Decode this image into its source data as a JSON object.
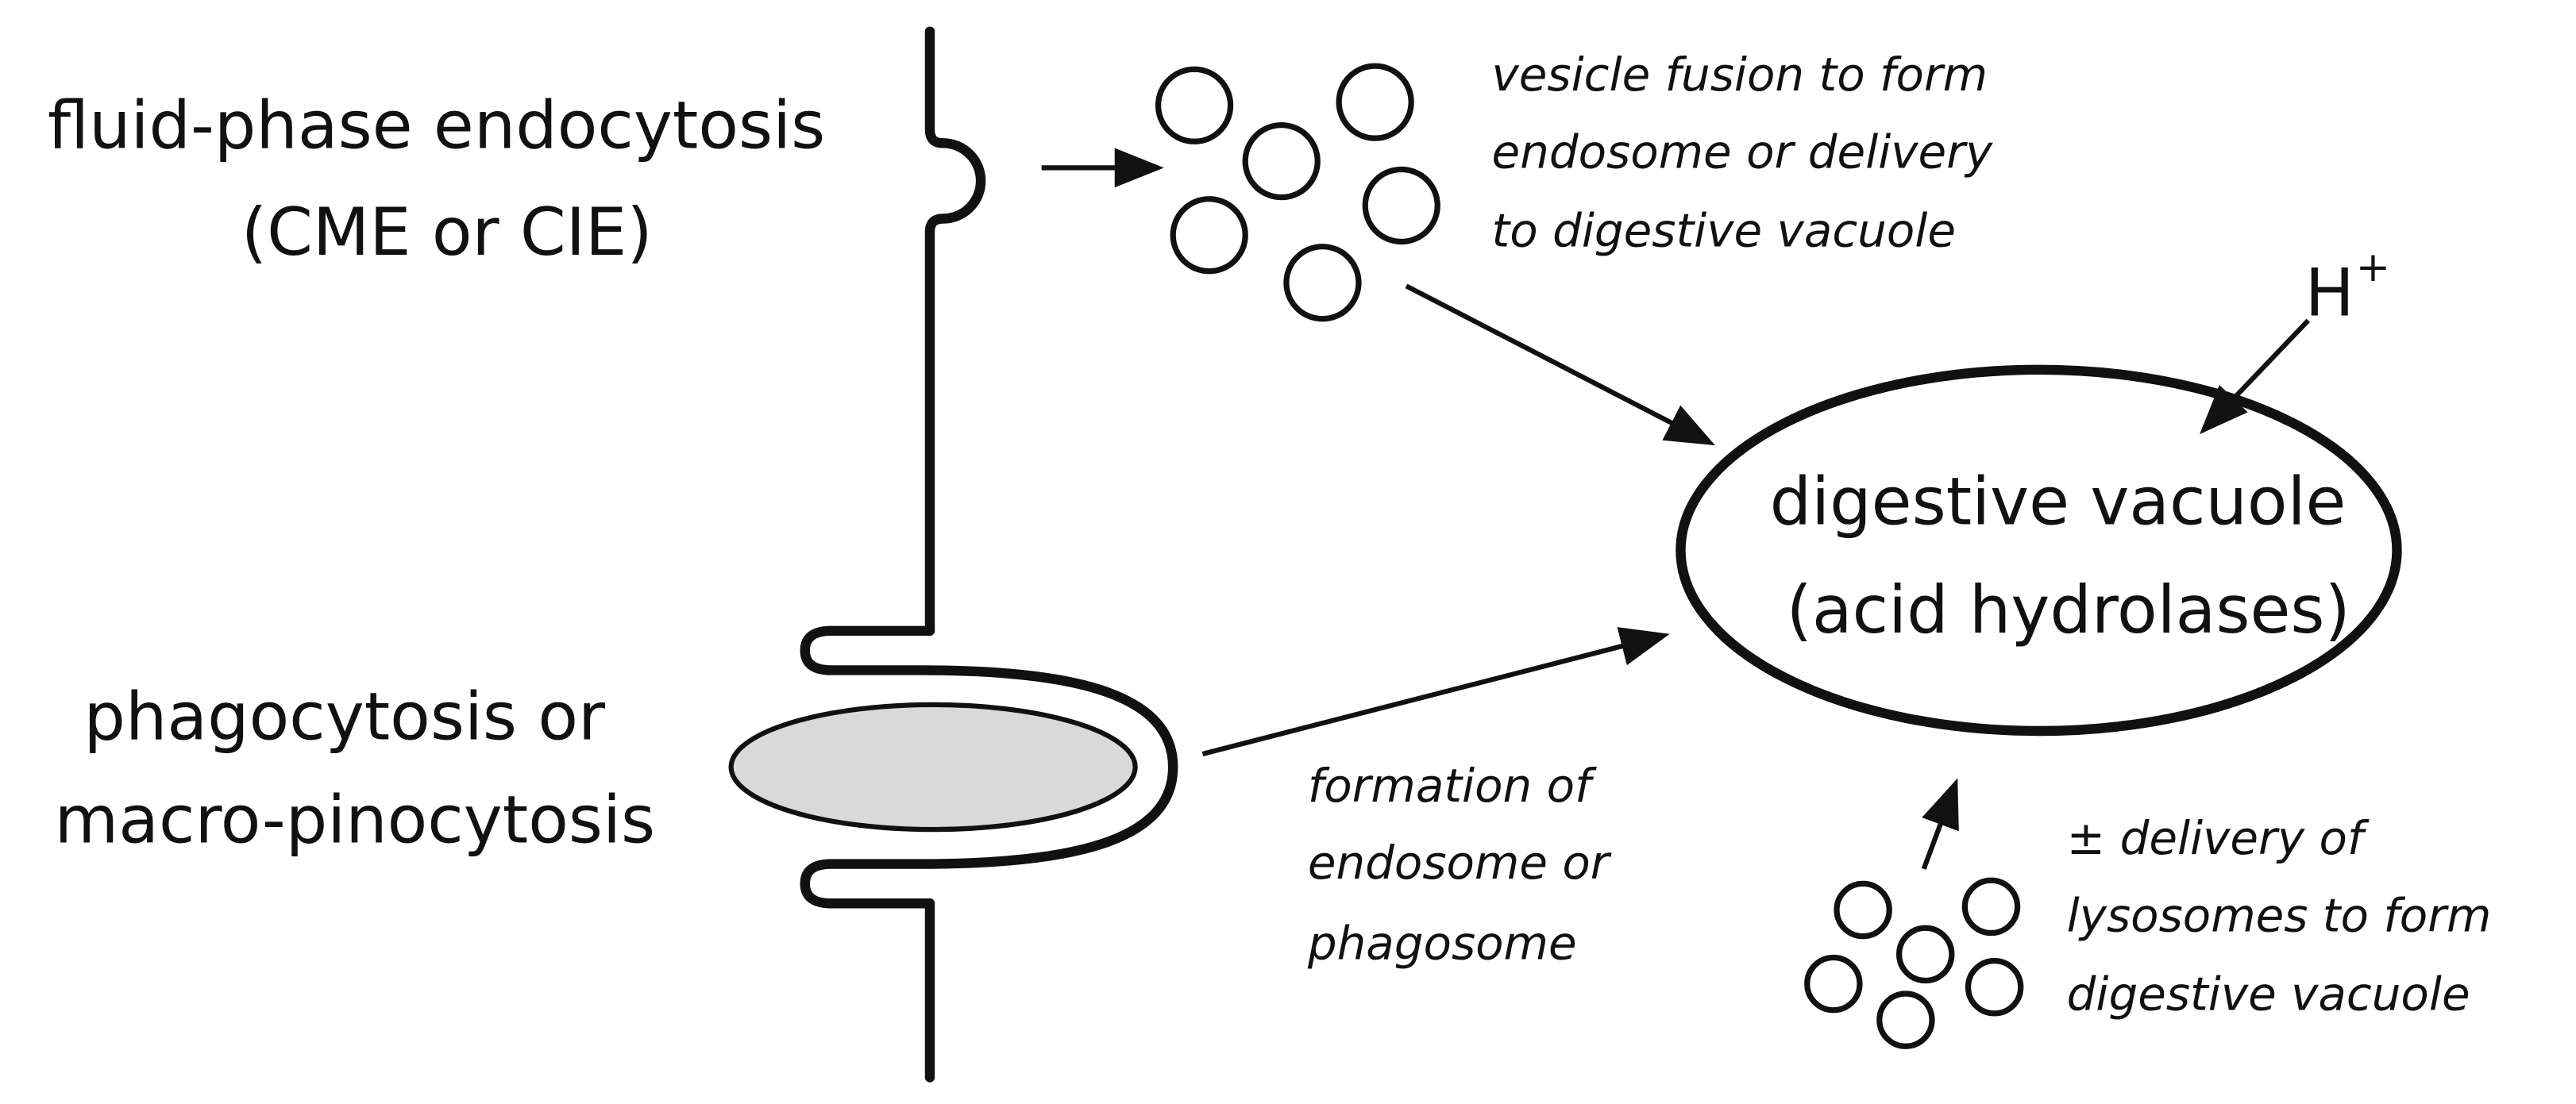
{
  "labels": {
    "fluid_phase_line1": "fluid-phase endocytosis",
    "fluid_phase_line2": "(CME or CIE)",
    "phago_line1": "phagocytosis or",
    "phago_line2": "macro-pinocytosis",
    "vesicle_fusion_line1": "vesicle fusion to form",
    "vesicle_fusion_line2": "endosome or delivery",
    "vesicle_fusion_line3": "to digestive vacuole",
    "vacuole_line1": "digestive vacuole",
    "vacuole_line2": "(acid hydrolases)",
    "proton_base": "H",
    "proton_sup": "+",
    "formation_line1": "formation of",
    "formation_line2": "endosome or",
    "formation_line3": "phagosome",
    "lysosome_line1": "± delivery of",
    "lysosome_line2": "lysosomes to form",
    "lysosome_line3": "digestive vacuole"
  },
  "colors": {
    "ink": "#111111",
    "particle_fill": "#d9d9d9",
    "background": "#ffffff"
  }
}
